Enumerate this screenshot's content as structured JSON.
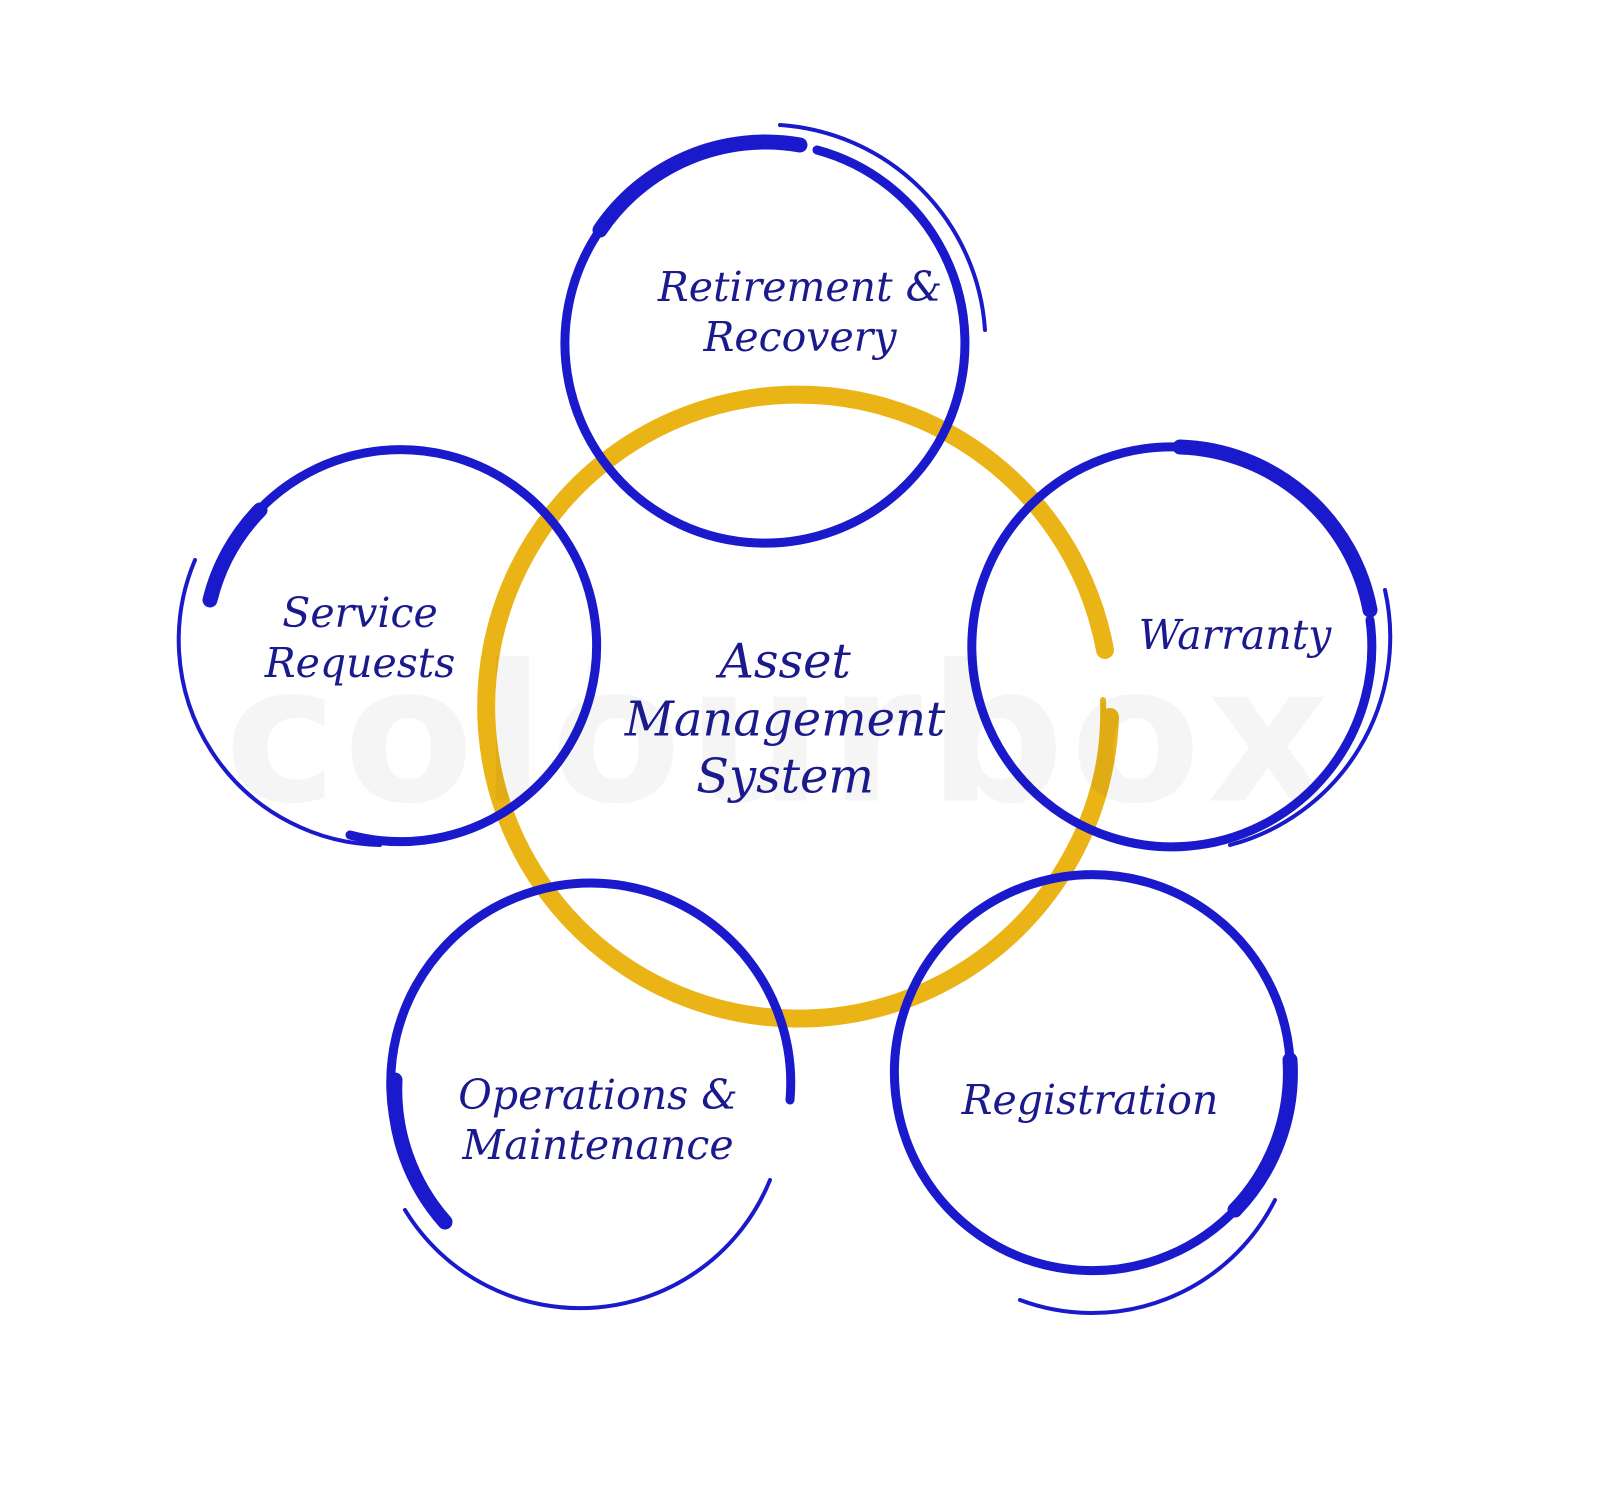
{
  "diagram": {
    "center": {
      "label": "Asset\nManagement\nSystem"
    },
    "nodes": [
      {
        "id": "retirement",
        "label": "Retirement &\nRecovery"
      },
      {
        "id": "warranty",
        "label": "Warranty"
      },
      {
        "id": "registration",
        "label": "Registration"
      },
      {
        "id": "operations",
        "label": "Operations &\nMaintenance"
      },
      {
        "id": "service",
        "label": "Service\nRequests"
      }
    ]
  },
  "watermark": "colourbox",
  "colors": {
    "node_ring": "#1a1acc",
    "center_ring": "#eab416",
    "text": "#1a1a8c",
    "background": "#ffffff"
  }
}
